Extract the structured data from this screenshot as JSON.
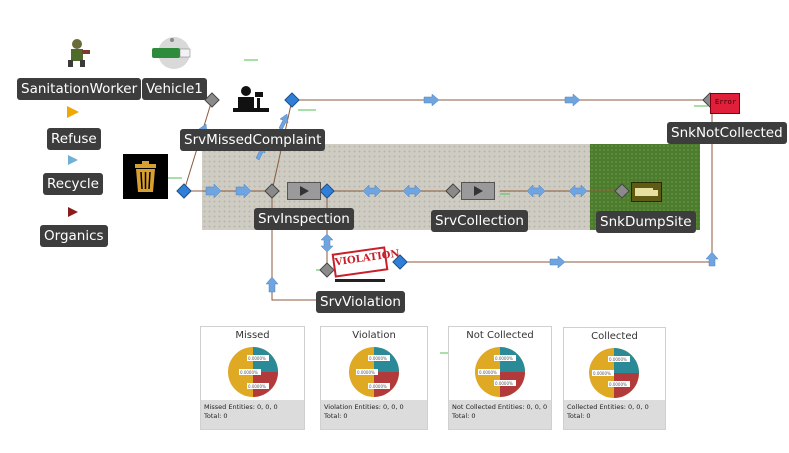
{
  "library": {
    "sanitation_worker": "SanitationWorker",
    "vehicle": "Vehicle1",
    "refuse": "Refuse",
    "recycle": "Recycle",
    "organics": "Organics"
  },
  "nodes": {
    "missed_complaint": "SrvMissedComplaint",
    "inspection": "SrvInspection",
    "collection": "SrvCollection",
    "violation": "SrvViolation",
    "dump_site": "SnkDumpSite",
    "not_collected": "SnkNotCollected"
  },
  "stamp": "VIOLATION",
  "sign_text": "Error",
  "panels": [
    {
      "title": "Missed",
      "footer_label": "Missed Entities:",
      "footer_values": "0, 0, 0",
      "total": "Total: 0"
    },
    {
      "title": "Violation",
      "footer_label": "Violation Entities:",
      "footer_values": "0, 0, 0",
      "total": "Total: 0"
    },
    {
      "title": "Not Collected",
      "footer_label": "Not Collected Entities:",
      "footer_values": "0, 0, 0",
      "total": "Total: 0"
    },
    {
      "title": "Collected",
      "footer_label": "Collected Entities:",
      "footer_values": "0, 0, 0",
      "total": "Total: 0"
    }
  ],
  "pie_labels": [
    "0.0000%",
    "0.0000%",
    "0.0000%"
  ],
  "colors": {
    "label_bg": "#3d3d3d",
    "path": "#8b5a3c",
    "node_blue": "#2f7fd8",
    "node_gray": "#8a8a8a",
    "arrow": "#6fa4de",
    "pie_teal": "#2a8a98",
    "pie_red": "#b23a3a",
    "pie_yellow": "#e0a923"
  }
}
